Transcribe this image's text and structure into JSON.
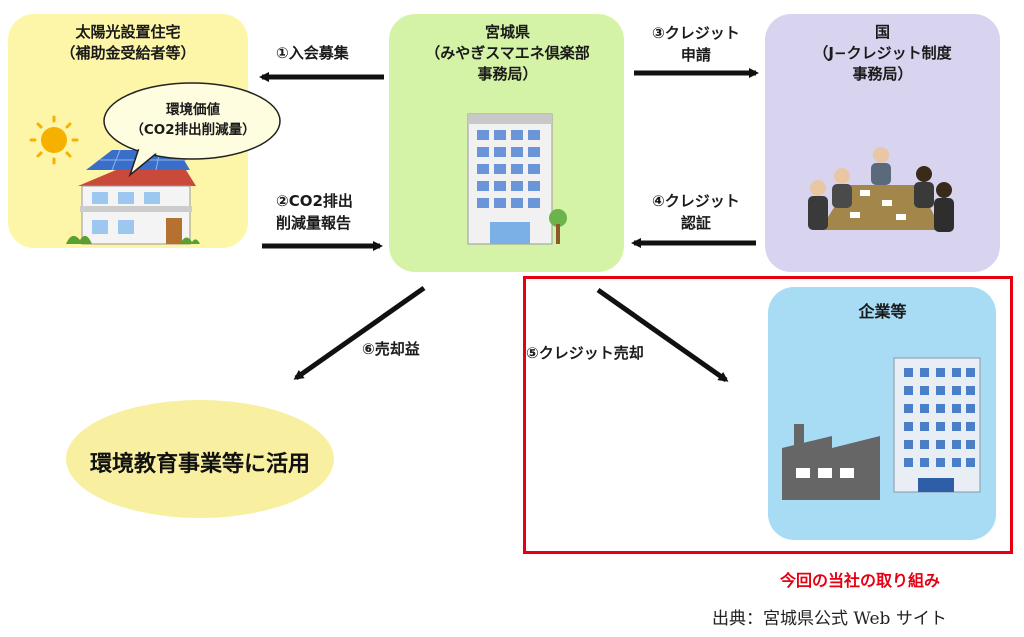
{
  "nodes": {
    "solar_home": {
      "title": "太陽光設置住宅\n（補助金受給者等）",
      "color": "#fdf6a8"
    },
    "miyagi": {
      "title": "宮城県\n（みやぎスマエネ倶楽部\n事務局）",
      "color": "#d4f3a6"
    },
    "country": {
      "title": "国\n（J−クレジット制度\n事務局）",
      "color": "#d8d4ef"
    },
    "company": {
      "title": "企業等",
      "color": "#a8dcf5"
    }
  },
  "bubble": {
    "text": "環境価値\n（CO2排出削減量）"
  },
  "arrows": {
    "a1": "①入会募集",
    "a2": "②CO2排出\n削減量報告",
    "a3": "③クレジット\n申請",
    "a4": "④クレジット\n認証",
    "a5": "⑤クレジット売却",
    "a6": "⑥売却益"
  },
  "outcome": {
    "text": "環境教育事業等に活用",
    "color": "#f8f0a0"
  },
  "highlight": {
    "caption": "今回の当社の取り組み",
    "color": "#e60012"
  },
  "source": "出典：宮城県公式 Web サイト"
}
